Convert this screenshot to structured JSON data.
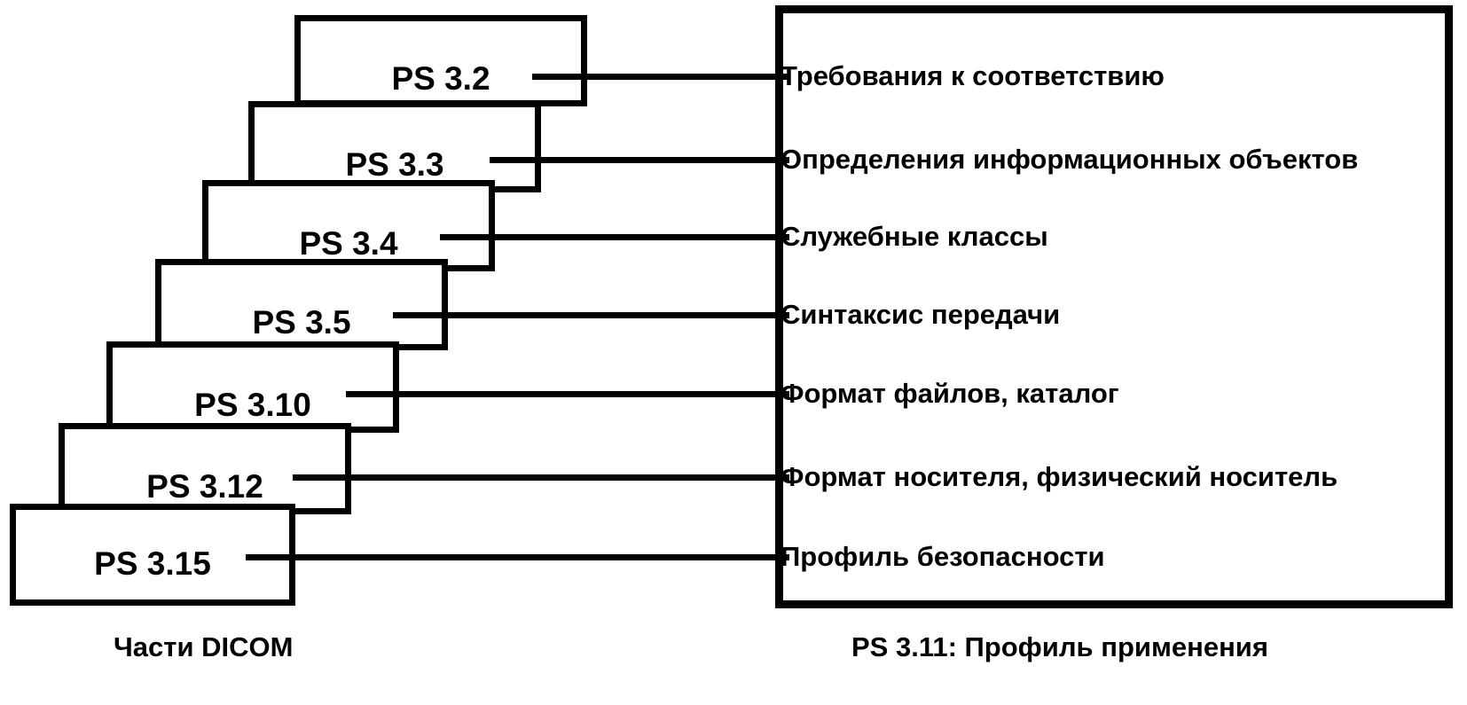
{
  "diagram": {
    "title_left": "Части DICOM",
    "title_right": "PS 3.11: Профиль применения",
    "colors": {
      "stroke": "#000000",
      "background": "#ffffff"
    },
    "parts": [
      {
        "id": "ps32",
        "label": "PS 3.2",
        "description": "Требования к соответствию"
      },
      {
        "id": "ps33",
        "label": "PS 3.3",
        "description": "Определения информационных объектов"
      },
      {
        "id": "ps34",
        "label": "PS 3.4",
        "description": "Служебные классы"
      },
      {
        "id": "ps35",
        "label": "PS 3.5",
        "description": "Синтаксис передачи"
      },
      {
        "id": "ps310",
        "label": "PS 3.10",
        "description": "Формат файлов, каталог"
      },
      {
        "id": "ps312",
        "label": "PS 3.12",
        "description": "Формат носителя, физический носитель"
      },
      {
        "id": "ps315",
        "label": "PS 3.15",
        "description": "Профиль безопасности"
      }
    ]
  }
}
